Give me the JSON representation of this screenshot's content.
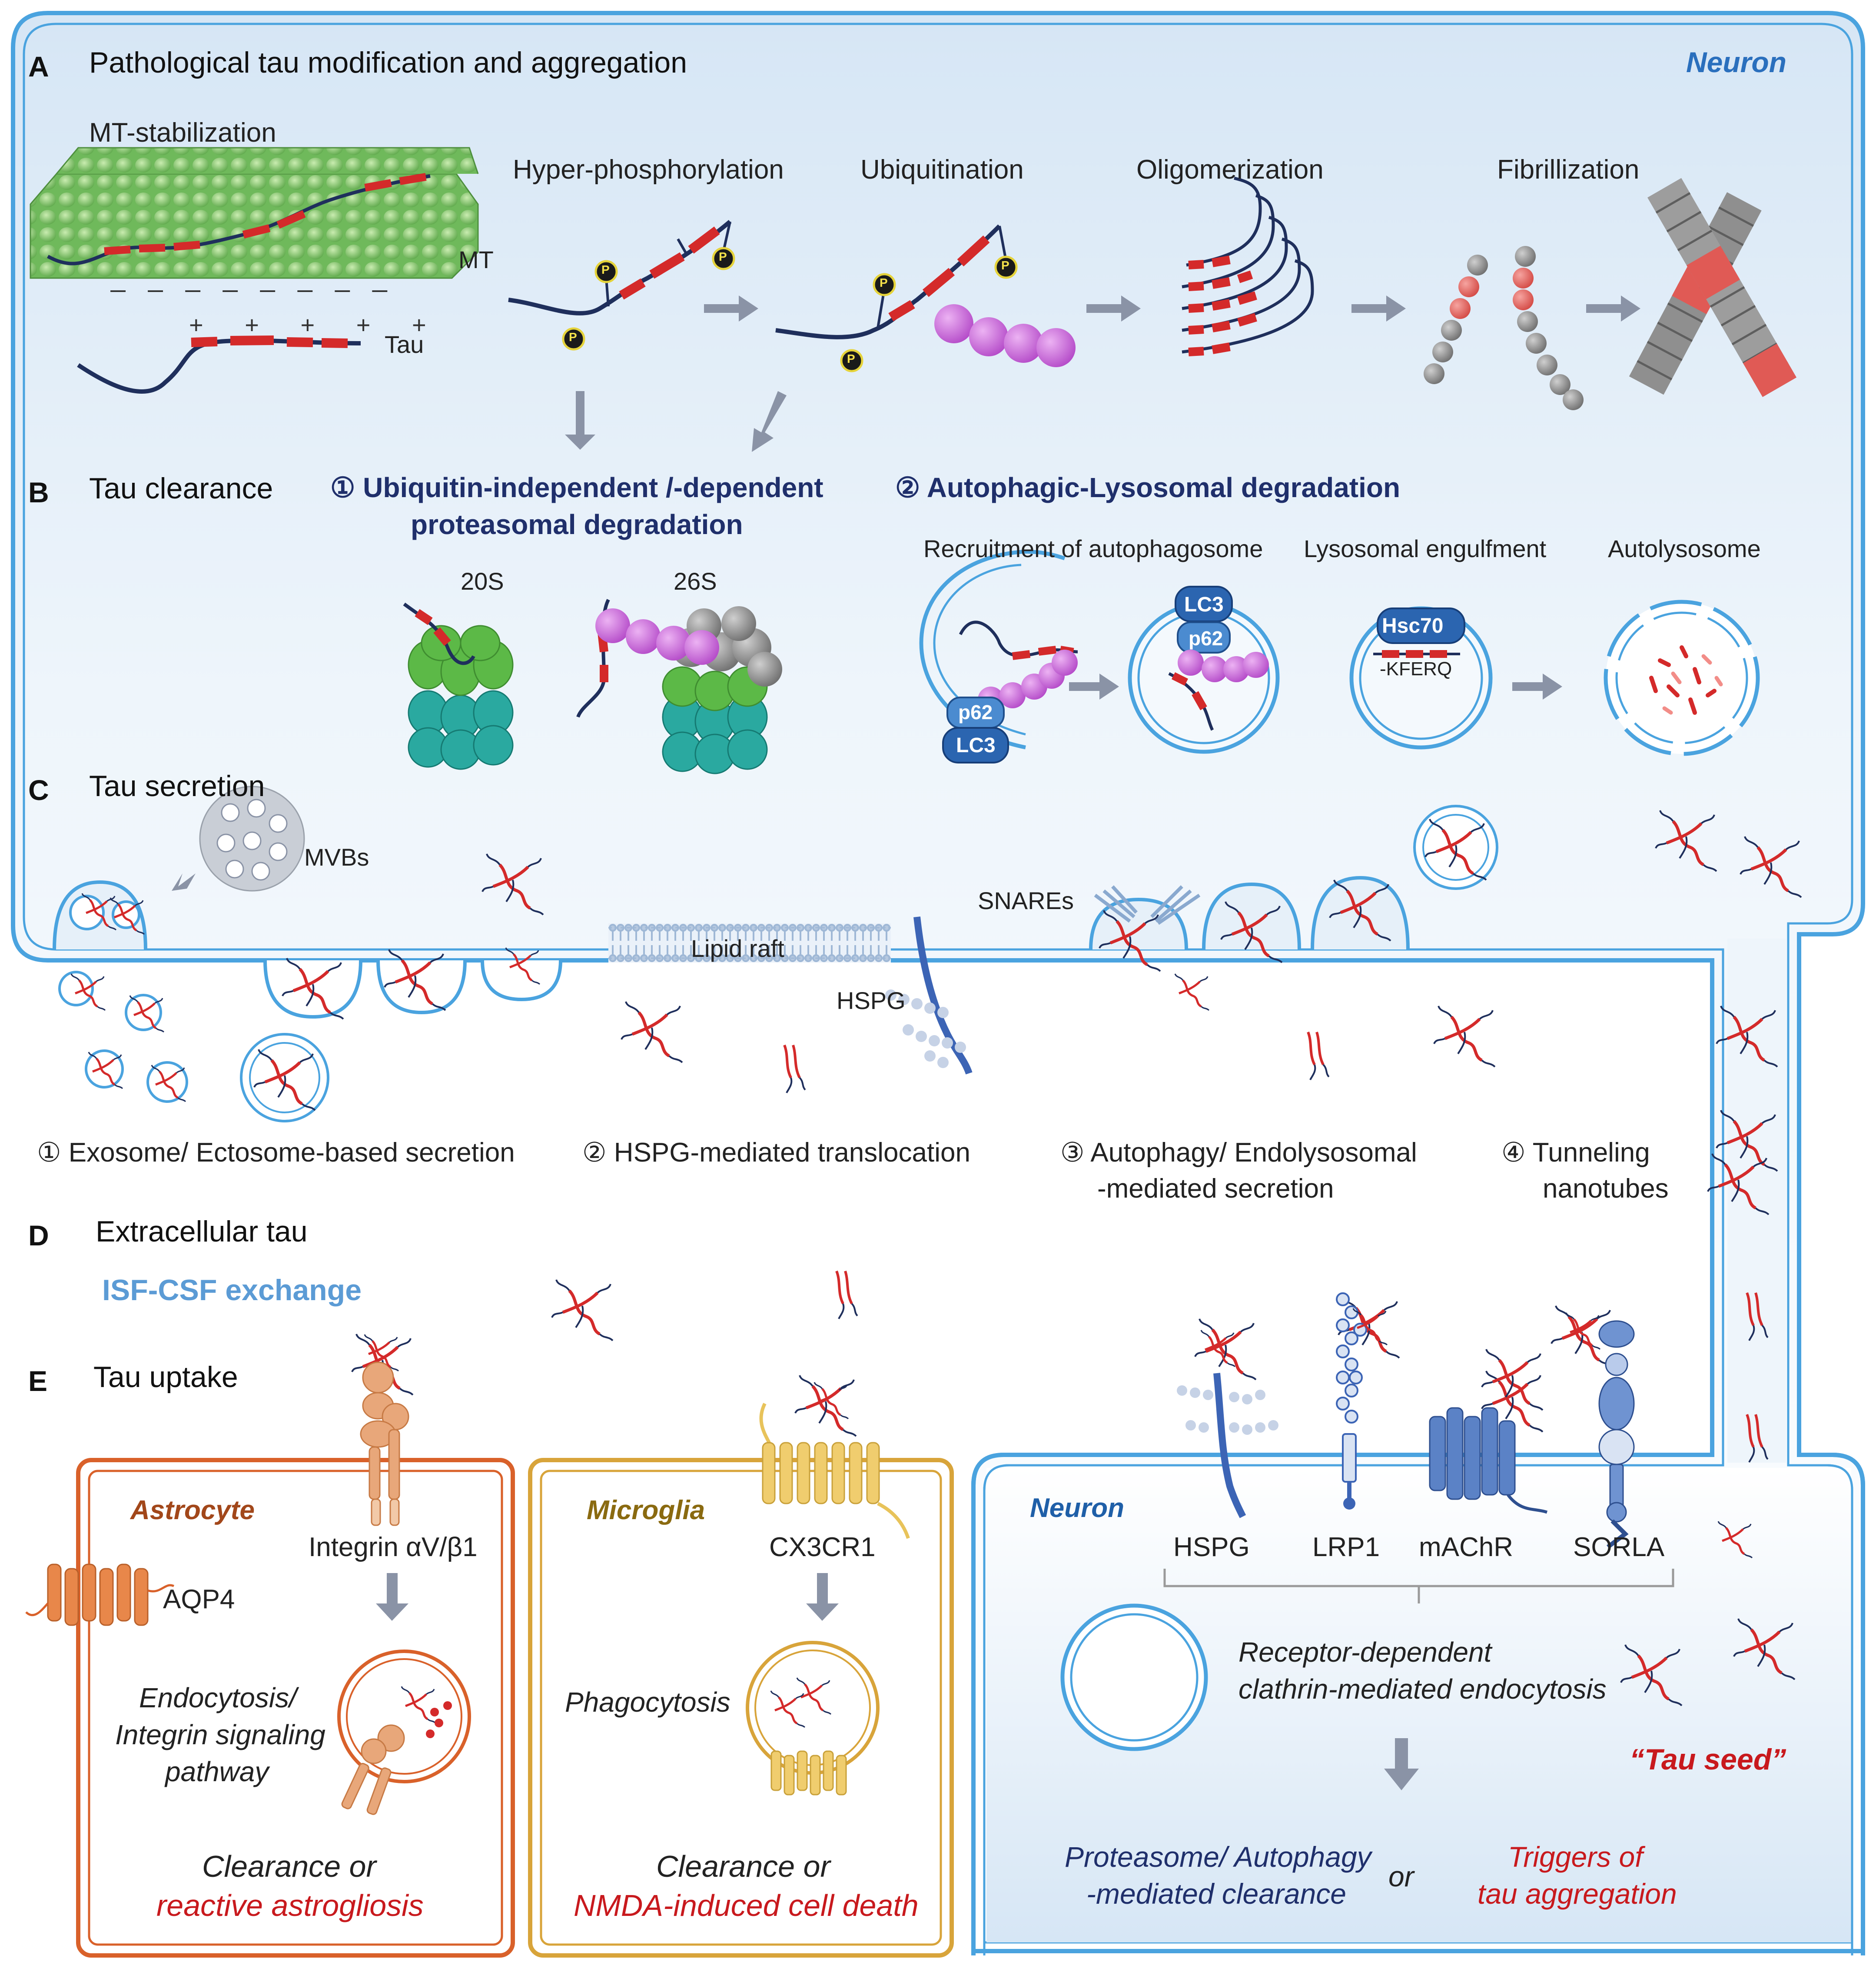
{
  "panel_a": {
    "letter": "A",
    "title": "Pathological tau modification and aggregation",
    "neuron_label": "Neuron",
    "mt_stabilization": "MT-stabilization",
    "mt_label": "MT",
    "tau_label": "Tau",
    "steps": [
      "Hyper-phosphorylation",
      "Ubiquitination",
      "Oligomerization",
      "Fibrillization"
    ],
    "p_label": "P",
    "charges_minus": "_ _ _ _ _ _ _ _",
    "charges_plus": "+ + + + +"
  },
  "panel_b": {
    "letter": "B",
    "title": "Tau clearance",
    "route1_line1": "① Ubiquitin-independent /-dependent",
    "route1_line2": "proteasomal degradation",
    "route2": "② Autophagic-Lysosomal degradation",
    "proteasome_20s": "20S",
    "proteasome_26s": "26S",
    "recruitment": "Recruitment of autophagosome",
    "lysosomal": "Lysosomal engulfment",
    "autolysosome": "Autolysosome",
    "p62": "p62",
    "lc3": "LC3",
    "hsc70": "Hsc70",
    "kferq": "-KFERQ"
  },
  "panel_c": {
    "letter": "C",
    "title": "Tau secretion",
    "mvbs": "MVBs",
    "lipid_raft": "Lipid raft",
    "hspg": "HSPG",
    "snares": "SNAREs",
    "route1": "① Exosome/ Ectosome-based secretion",
    "route2": "② HSPG-mediated translocation",
    "route3_line1": "③ Autophagy/ Endolysosomal",
    "route3_line2": "-mediated secretion",
    "route4_line1": "④ Tunneling",
    "route4_line2": "nanotubes"
  },
  "panel_d": {
    "letter": "D",
    "title": "Extracellular tau",
    "exchange": "ISF-CSF exchange"
  },
  "panel_e": {
    "letter": "E",
    "title": "Tau uptake",
    "astrocyte": {
      "name": "Astrocyte",
      "receptor": "Integrin αV/β1",
      "aqp4": "AQP4",
      "process_line1": "Endocytosis/",
      "process_line2": "Integrin signaling",
      "process_line3": "pathway",
      "outcome_line1": "Clearance or",
      "outcome_line2": "reactive astrogliosis"
    },
    "microglia": {
      "name": "Microglia",
      "receptor": "CX3CR1",
      "process": "Phagocytosis",
      "outcome_line1": "Clearance or",
      "outcome_line2": "NMDA-induced cell death"
    },
    "neuron": {
      "name": "Neuron",
      "receptors": [
        "HSPG",
        "LRP1",
        "mAChR",
        "SORLA"
      ],
      "process_line1": "Receptor-dependent",
      "process_line2": "clathrin-mediated endocytosis",
      "tau_seed": "“Tau seed”",
      "outcome1_line1": "Proteasome/ Autophagy",
      "outcome1_line2": "-mediated clearance",
      "or": "or",
      "outcome2_line1": "Triggers of",
      "outcome2_line2": "tau aggregation"
    }
  },
  "colors": {
    "membrane": "#4aa3df",
    "neuron_fill": "#e3eef8",
    "tau_red": "#d42a2a",
    "tau_navy": "#1f2f5c",
    "ubiquitin": "#c45fd6",
    "astrocyte": "#d9612a",
    "microglia": "#d8a43a",
    "mt_green": "#7fc46b",
    "label_blue": "#2a6fbd",
    "outcome_red": "#c8191d"
  }
}
